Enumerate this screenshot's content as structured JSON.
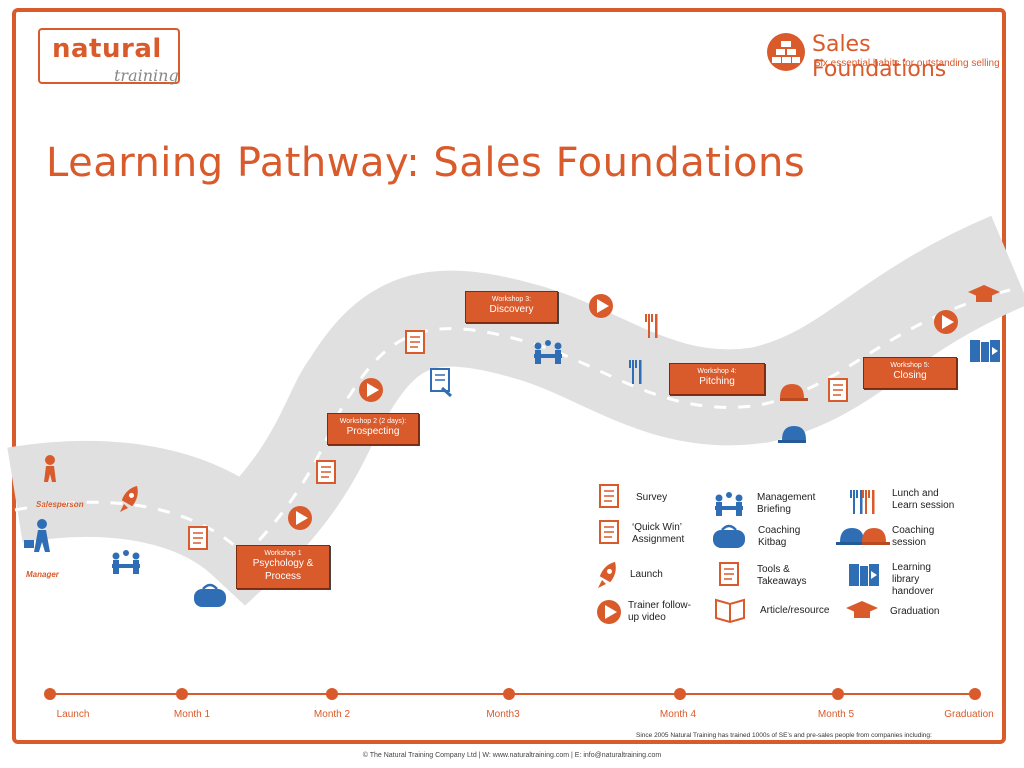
{
  "header": {
    "logo_natural": "natural",
    "logo_training": "training",
    "brand_title": "Sales Foundations",
    "brand_tagline": "Six essential habits for outstanding selling",
    "page_title": "Learning Pathway:  Sales Foundations"
  },
  "roles": {
    "salesperson": "Salesperson",
    "manager": "Manager"
  },
  "workshops": [
    {
      "label": "Workshop 1",
      "name1": "Psychology &",
      "name2": "Process"
    },
    {
      "label": "Workshop 2 (2 days):",
      "name1": "Prospecting",
      "name2": ""
    },
    {
      "label": "Workshop 3:",
      "name1": "Discovery",
      "name2": ""
    },
    {
      "label": "Workshop 4:",
      "name1": "Pitching",
      "name2": ""
    },
    {
      "label": "Workshop 5:",
      "name1": "Closing",
      "name2": ""
    }
  ],
  "legend": {
    "survey": "Survey",
    "quick_win_1": "‘Quick Win’",
    "quick_win_2": "Assignment",
    "launch": "Launch",
    "trainer_1": "Trainer follow-",
    "trainer_2": "up video",
    "mgmt_1": "Management",
    "mgmt_2": "Briefing",
    "kitbag_1": "Coaching",
    "kitbag_2": "Kitbag",
    "tools_1": "Tools &",
    "tools_2": "Takeaways",
    "article": "Article/resource",
    "lunch_1": "Lunch and",
    "lunch_2": "Learn session",
    "coaching_1": "Coaching",
    "coaching_2": "session",
    "library_1": "Learning",
    "library_2": "library",
    "library_3": "handover",
    "graduation": "Graduation"
  },
  "timeline": [
    "Launch",
    "Month 1",
    "Month 2",
    "Month3",
    "Month 4",
    "Month 5",
    "Graduation"
  ],
  "since_text": "Since 2005 Natural Training has trained 1000s of SE’s and pre-sales people from companies including:",
  "footer": "© The Natural Training Company Ltd  |  W:  www.naturaltraining.com   |  E:  info@naturaltraining.com",
  "colors": {
    "orange": "#d95a2b",
    "blue": "#2f6eb5",
    "road": "#e0e0e0"
  }
}
